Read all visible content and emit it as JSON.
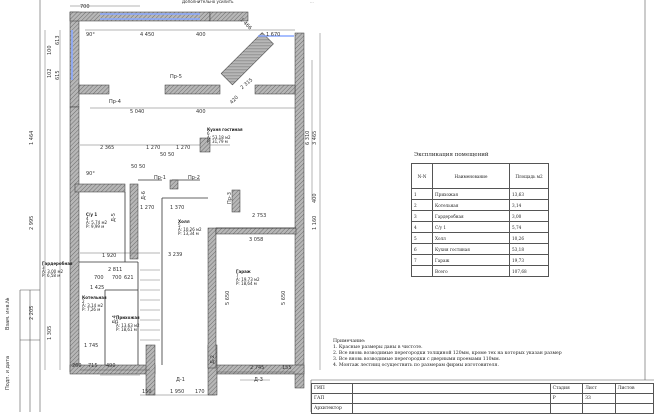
{
  "top_notes": {
    "reinforce": "Дополнительно усилить",
    "top_right": "..."
  },
  "dimensions": {
    "top_700": "700",
    "top_4450": "4 450",
    "top_400": "400",
    "top_1670": "1 670",
    "top_1466": "1 466",
    "left_100": "100",
    "left_613": "613",
    "left_102": "102",
    "left_615": "615",
    "left_1464": "1 464",
    "left_2995": "2 995",
    "left_2205": "2 205",
    "left_1305": "1 305",
    "deg90a": "90°",
    "deg90b": "90°",
    "d5040": "5 040",
    "d400b": "400",
    "d2365": "2 365",
    "d1270a": "1 270",
    "d1270b": "1 270",
    "d5050a": "50  50",
    "d5050b": "50  50",
    "d1270c": "1 270",
    "d1370": "1 370",
    "d2753": "2 753",
    "d3058": "3 058",
    "d3239": "3 239",
    "d1920": "1 920",
    "d2811": "2 811",
    "d700a": "700",
    "d700b": "700",
    "d621": "621",
    "d1425": "1 425",
    "d1745": "1 745",
    "d260": "260",
    "d715": "715",
    "d490": "490",
    "d5650a": "5 650",
    "d5650b": "5 650",
    "d2745": "2 745",
    "d155": "155",
    "d150": "150",
    "d1950": "1 950",
    "d170": "170",
    "d6310": "6 310",
    "d3465": "3 465",
    "d1160": "1 160",
    "d400c": "400",
    "d420": "420",
    "d2315": "2 315"
  },
  "openings": {
    "pr1": "Пр-1",
    "pr2": "Пр-2",
    "pr3": "Пр-3",
    "pr4": "Пр-4",
    "pr5": "Пр-5",
    "d1": "Д-1",
    "d2": "Д-2",
    "d3": "Д-3",
    "d4": "Д-4",
    "d5": "Д-5",
    "d6": "Д-6"
  },
  "rooms": [
    {
      "num": "1",
      "name": "Прихожая",
      "area": "A: 13,63 м2",
      "perim": "P: 18,61 м"
    },
    {
      "num": "2",
      "name": "Котельная",
      "area": "A: 3,14 м2",
      "perim": "P: 7,26 м"
    },
    {
      "num": "3",
      "name": "Гардеробная",
      "area": "A: 3,00 м2",
      "perim": "P: 6,58 м"
    },
    {
      "num": "4",
      "name": "С/у 1",
      "area": "A: 5,74 м2",
      "perim": "P: 9,99 м"
    },
    {
      "num": "5",
      "name": "Холл",
      "area": "A: 10,26 м2",
      "perim": "P: 13,34 м"
    },
    {
      "num": "6",
      "name": "Кухня гостиная",
      "area": "A: 53,18 м2",
      "perim": "P: 31,79 м"
    },
    {
      "num": "7",
      "name": "Гараж",
      "area": "A: 19,73 м2",
      "perim": "P: 18,64 м"
    }
  ],
  "explication": {
    "title": "Экспликация помещений",
    "headers": [
      "N-N",
      "Наименование",
      "Площадь м2"
    ],
    "rows": [
      [
        "1",
        "Прихожая",
        "13,63"
      ],
      [
        "2",
        "Котельная",
        "3,14"
      ],
      [
        "3",
        "Гардеробная",
        "3,00"
      ],
      [
        "4",
        "С/у 1",
        "5,74"
      ],
      [
        "5",
        "Холл",
        "10,26"
      ],
      [
        "6",
        "Кухня гостиная",
        "53,18"
      ],
      [
        "7",
        "Гараж",
        "19,73"
      ]
    ],
    "total_label": "Всего",
    "total_value": "107,68"
  },
  "notes": {
    "title": "Примечание:",
    "items": [
      "1. Красные размеры даны в чистоте.",
      "2. Все вновь возводимые перегородки толщиной 120мм, кроме тех на которых указан размер",
      "3. Все вновь возводимые перегородки с дверными проемами 110мм.",
      "4. Монтаж лестниц осуществить по размерам фирмы изготовителя."
    ]
  },
  "stamp": {
    "gip": "ГИП",
    "gap": "ГАП",
    "architect": "Архитектор",
    "stage_h": "Стадия",
    "sheet_h": "Лист",
    "sheets_h": "Листов",
    "stage": "Р",
    "sheet": "33",
    "sheets": ""
  },
  "side_labels": {
    "inv": "Взам. инв.№",
    "sign": "Подп. и дата"
  },
  "colors": {
    "wall": "#999999",
    "line": "#333333",
    "window": "#8aa8ff"
  }
}
